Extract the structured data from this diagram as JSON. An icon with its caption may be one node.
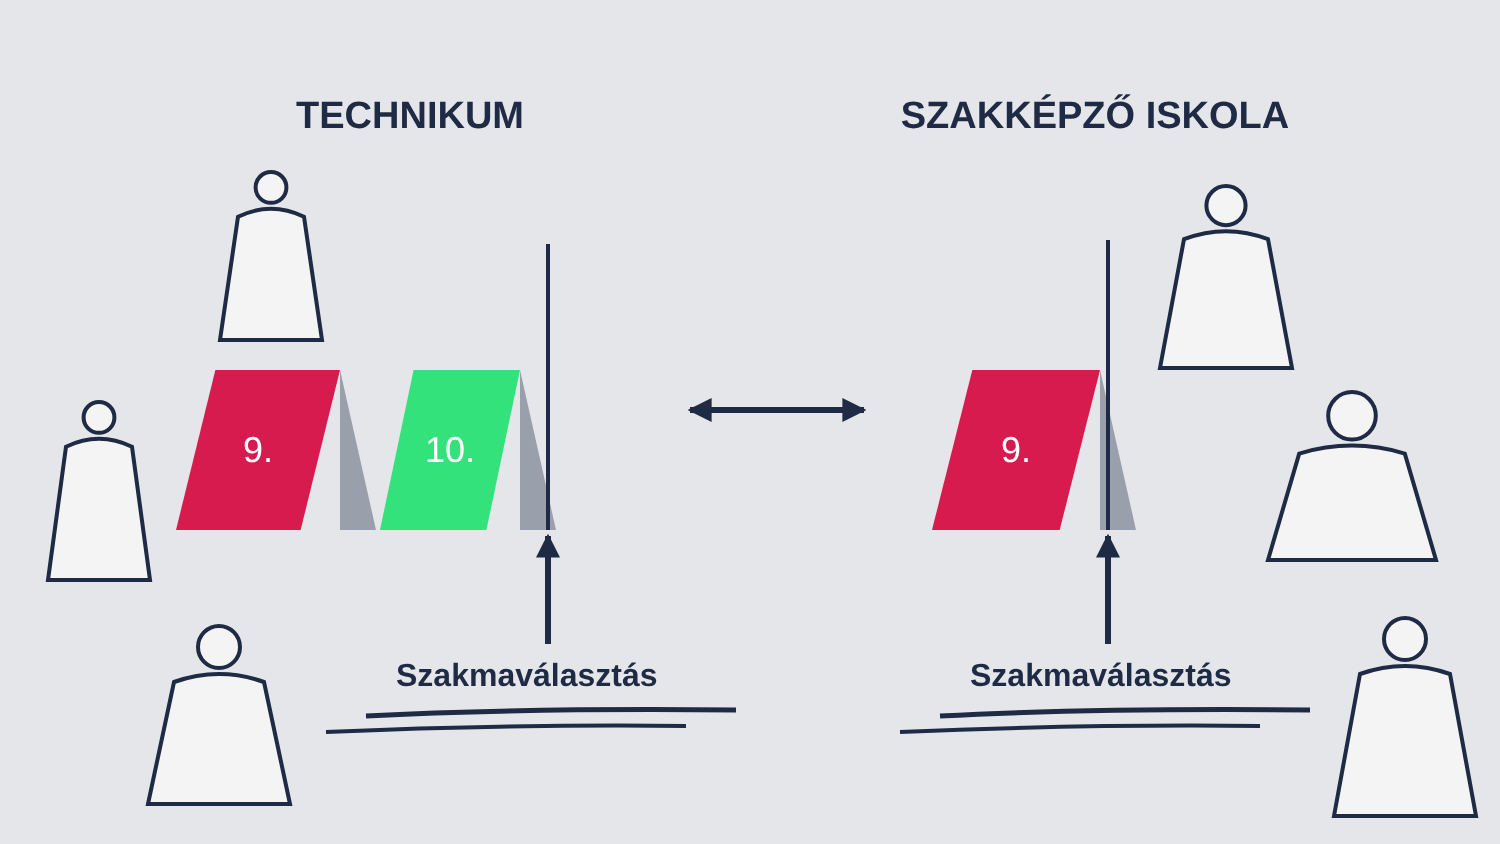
{
  "diagram": {
    "nodes": [
      {
        "text": [
          "TECHNIKUM"
        ]
      },
      {
        "text": [
          "9."
        ],
        "in": 0
      },
      {
        "text": [
          "10."
        ],
        "in": 0
      },
      {
        "text": [],
        "shape": "bar",
        "in": 0
      },
      {
        "text": [
          "Szakmaválasztás"
        ],
        "in": 0
      },
      {
        "text": [
          "SZAKKÉPZŐ ISKOLA"
        ]
      },
      {
        "text": [
          "9."
        ],
        "in": 5
      },
      {
        "text": [],
        "shape": "bar",
        "in": 5
      },
      {
        "text": [
          "Szakmaválasztás"
        ],
        "in": 5
      }
    ],
    "edges": [
      {
        "from": 4,
        "to": 3,
        "arrow": "to"
      },
      {
        "from": 8,
        "to": 7,
        "arrow": "to"
      },
      {
        "from": 0,
        "to": 5,
        "arrow": "both"
      }
    ]
  }
}
